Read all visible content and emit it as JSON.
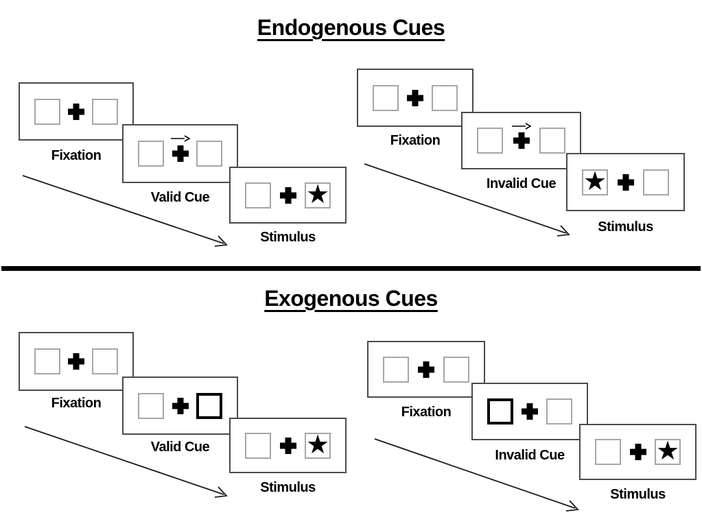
{
  "sections": [
    {
      "title": "Endogenous Cues",
      "groups": [
        {
          "condition": "valid",
          "panels": [
            {
              "label": "Fixation",
              "left_box": "empty",
              "right_box": "empty",
              "center": "fixation-cross"
            },
            {
              "label": "Valid Cue",
              "left_box": "empty",
              "right_box": "empty",
              "center": "fixation-cross",
              "cue": "right-arrow-above-fixation"
            },
            {
              "label": "Stimulus",
              "left_box": "empty",
              "right_box": "star",
              "center": "fixation-cross"
            }
          ]
        },
        {
          "condition": "invalid",
          "panels": [
            {
              "label": "Fixation",
              "left_box": "empty",
              "right_box": "empty",
              "center": "fixation-cross"
            },
            {
              "label": "Invalid Cue",
              "left_box": "empty",
              "right_box": "empty",
              "center": "fixation-cross",
              "cue": "right-arrow-above-fixation"
            },
            {
              "label": "Stimulus",
              "left_box": "star",
              "right_box": "empty",
              "center": "fixation-cross"
            }
          ]
        }
      ]
    },
    {
      "title": "Exogenous Cues",
      "groups": [
        {
          "condition": "valid",
          "panels": [
            {
              "label": "Fixation",
              "left_box": "empty",
              "right_box": "empty",
              "center": "fixation-cross"
            },
            {
              "label": "Valid Cue",
              "left_box": "empty",
              "right_box": "highlighted-bold-outline",
              "center": "fixation-cross"
            },
            {
              "label": "Stimulus",
              "left_box": "empty",
              "right_box": "star",
              "center": "fixation-cross"
            }
          ]
        },
        {
          "condition": "invalid",
          "panels": [
            {
              "label": "Fixation",
              "left_box": "empty",
              "right_box": "empty",
              "center": "fixation-cross"
            },
            {
              "label": "Invalid Cue",
              "left_box": "highlighted-bold-outline",
              "right_box": "empty",
              "center": "fixation-cross"
            },
            {
              "label": "Stimulus",
              "left_box": "empty",
              "right_box": "star",
              "center": "fixation-cross"
            }
          ]
        }
      ]
    }
  ],
  "glyphs": {
    "star": "★"
  },
  "icons": {
    "fixation_cross": "heavy-plus",
    "cue_arrow": "thin-right-arrow",
    "sequence_arrow": "long-diagonal-arrow-down-right"
  },
  "colors": {
    "ink": "#000000",
    "panel_border": "#4a4a4a",
    "box_border": "#a6a6a6",
    "divider": "#000000",
    "background": "#ffffff"
  }
}
